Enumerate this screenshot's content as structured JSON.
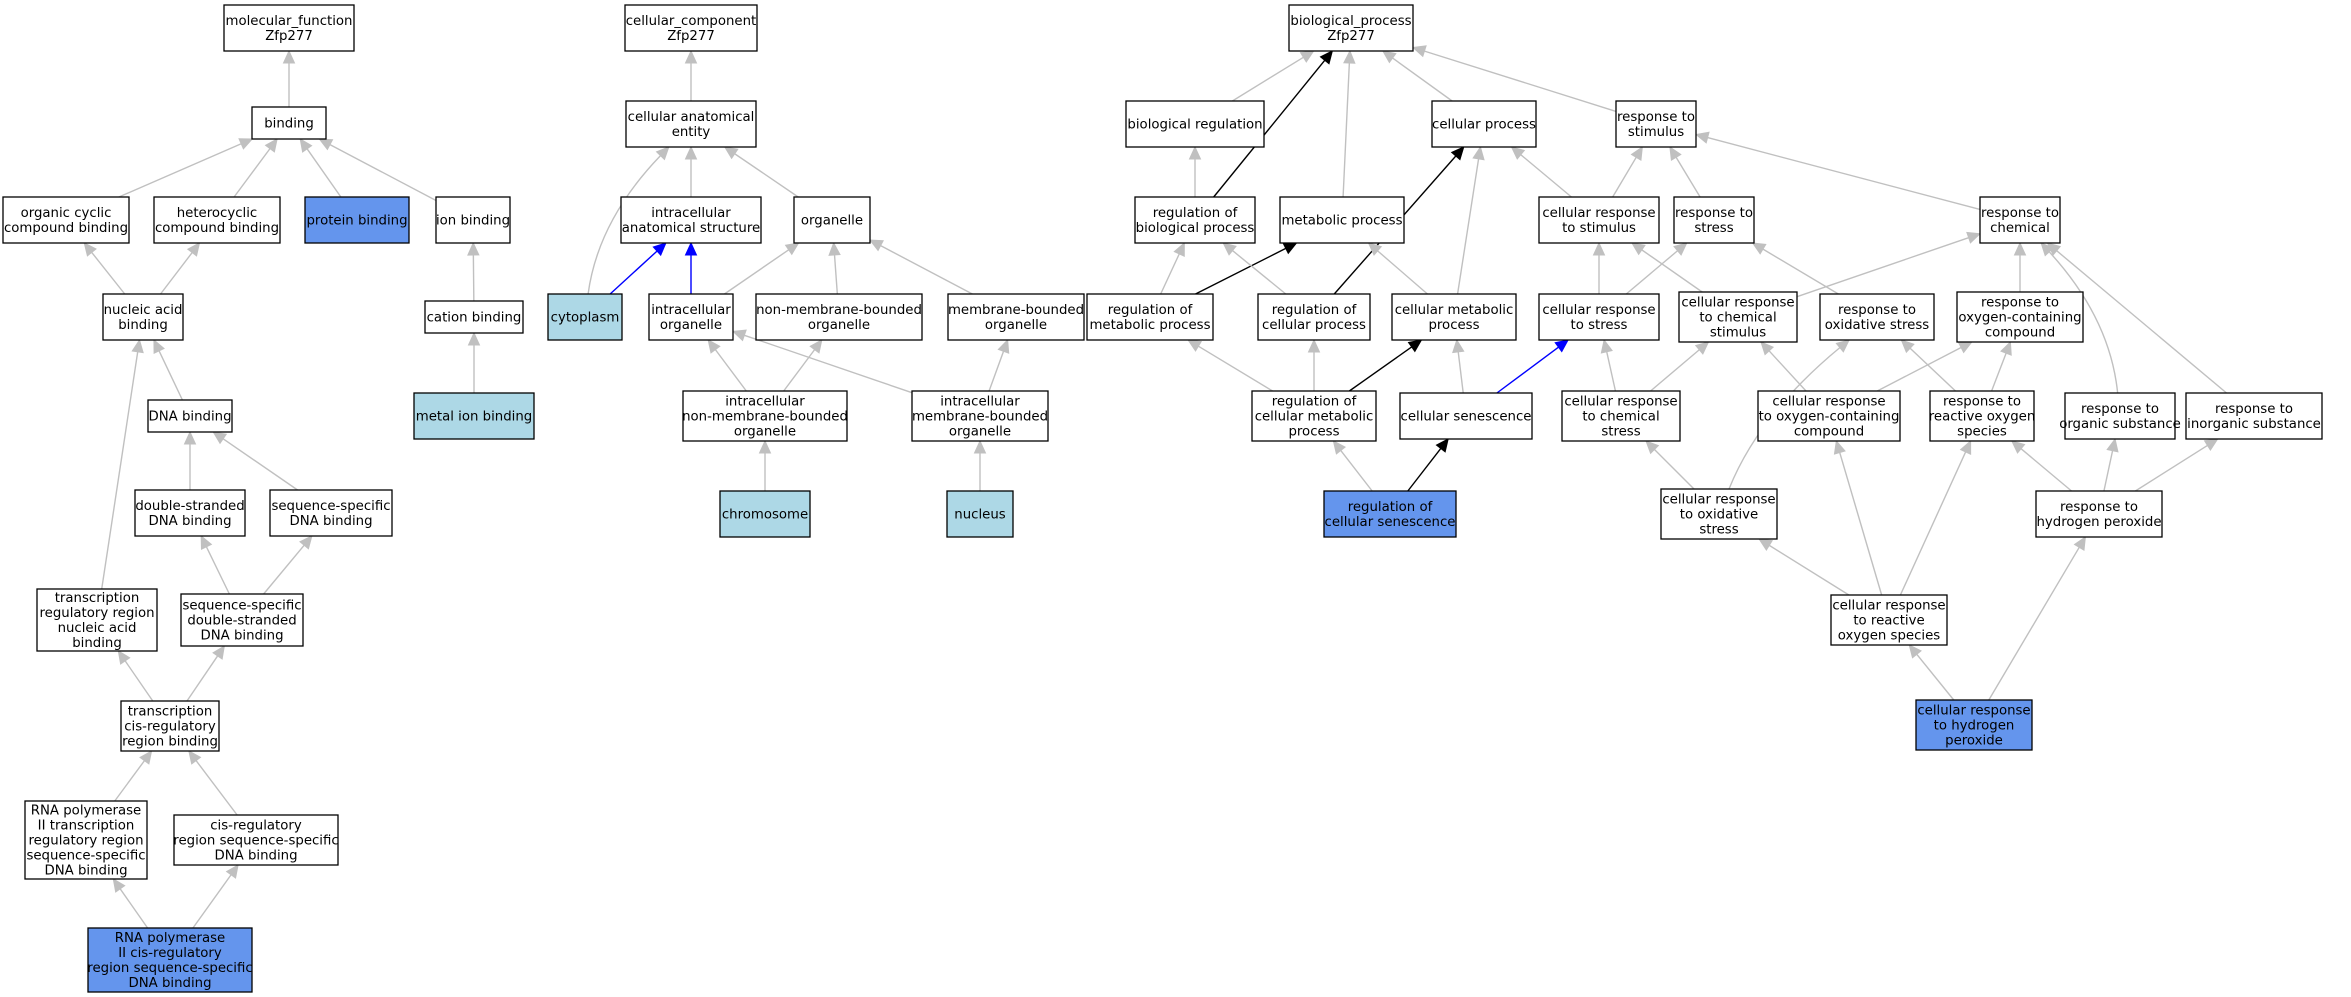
{
  "colors": {
    "default_fill": "#ffffff",
    "light_blue": "#add8e6",
    "blue": "#6495ed",
    "gray_edge": "#c0c0c0",
    "black_edge": "#000000",
    "blue_edge": "#0000ff"
  },
  "nodes": [
    {
      "id": "mf_root",
      "lines": [
        "molecular_function",
        "Zfp277"
      ],
      "fill": "white"
    },
    {
      "id": "binding",
      "lines": [
        "binding"
      ],
      "fill": "white"
    },
    {
      "id": "organic_cyclic",
      "lines": [
        "organic cyclic",
        "compound binding"
      ],
      "fill": "white"
    },
    {
      "id": "heterocyclic",
      "lines": [
        "heterocyclic",
        "compound binding"
      ],
      "fill": "white"
    },
    {
      "id": "protein_binding",
      "lines": [
        "protein binding"
      ],
      "fill": "blue"
    },
    {
      "id": "ion_binding",
      "lines": [
        "ion binding"
      ],
      "fill": "white"
    },
    {
      "id": "nucleic_acid_binding",
      "lines": [
        "nucleic acid",
        "binding"
      ],
      "fill": "white"
    },
    {
      "id": "cation_binding",
      "lines": [
        "cation binding"
      ],
      "fill": "white"
    },
    {
      "id": "metal_ion_binding",
      "lines": [
        "metal ion binding"
      ],
      "fill": "lightblue"
    },
    {
      "id": "dna_binding",
      "lines": [
        "DNA binding"
      ],
      "fill": "white"
    },
    {
      "id": "ds_dna_binding",
      "lines": [
        "double-stranded",
        "DNA binding"
      ],
      "fill": "white"
    },
    {
      "id": "ss_dna_binding",
      "lines": [
        "sequence-specific",
        "DNA binding"
      ],
      "fill": "white"
    },
    {
      "id": "tr_region_na_binding",
      "lines": [
        "transcription",
        "regulatory region",
        "nucleic acid",
        "binding"
      ],
      "fill": "white"
    },
    {
      "id": "ss_ds_dna_binding",
      "lines": [
        "sequence-specific",
        "double-stranded",
        "DNA binding"
      ],
      "fill": "white"
    },
    {
      "id": "tcr_region_binding",
      "lines": [
        "transcription",
        "cis-regulatory",
        "region binding"
      ],
      "fill": "white"
    },
    {
      "id": "rnap2_tr_region",
      "lines": [
        "RNA polymerase",
        "II transcription",
        "regulatory region",
        "sequence-specific",
        "DNA binding"
      ],
      "fill": "white"
    },
    {
      "id": "cis_reg_region",
      "lines": [
        "cis-regulatory",
        "region sequence-specific",
        "DNA binding"
      ],
      "fill": "white"
    },
    {
      "id": "rnap2_cis",
      "lines": [
        "RNA polymerase",
        "II cis-regulatory",
        "region sequence-specific",
        "DNA binding"
      ],
      "fill": "blue"
    },
    {
      "id": "cc_root",
      "lines": [
        "cellular_component",
        "Zfp277"
      ],
      "fill": "white"
    },
    {
      "id": "cell_anat_entity",
      "lines": [
        "cellular anatomical",
        "entity"
      ],
      "fill": "white"
    },
    {
      "id": "intracell_anat",
      "lines": [
        "intracellular",
        "anatomical structure"
      ],
      "fill": "white"
    },
    {
      "id": "organelle",
      "lines": [
        "organelle"
      ],
      "fill": "white"
    },
    {
      "id": "cytoplasm",
      "lines": [
        "cytoplasm"
      ],
      "fill": "lightblue"
    },
    {
      "id": "intracell_organelle",
      "lines": [
        "intracellular",
        "organelle"
      ],
      "fill": "white"
    },
    {
      "id": "non_mem_organelle",
      "lines": [
        "non-membrane-bounded",
        "organelle"
      ],
      "fill": "white"
    },
    {
      "id": "mem_organelle",
      "lines": [
        "membrane-bounded",
        "organelle"
      ],
      "fill": "white"
    },
    {
      "id": "intracell_non_mem",
      "lines": [
        "intracellular",
        "non-membrane-bounded",
        "organelle"
      ],
      "fill": "white"
    },
    {
      "id": "intracell_mem",
      "lines": [
        "intracellular",
        "membrane-bounded",
        "organelle"
      ],
      "fill": "white"
    },
    {
      "id": "chromosome",
      "lines": [
        "chromosome"
      ],
      "fill": "lightblue"
    },
    {
      "id": "nucleus",
      "lines": [
        "nucleus"
      ],
      "fill": "lightblue"
    },
    {
      "id": "bp_root",
      "lines": [
        "biological_process",
        "Zfp277"
      ],
      "fill": "white"
    },
    {
      "id": "bio_reg",
      "lines": [
        "biological regulation"
      ],
      "fill": "white"
    },
    {
      "id": "cell_process",
      "lines": [
        "cellular process"
      ],
      "fill": "white"
    },
    {
      "id": "resp_stimulus",
      "lines": [
        "response to",
        "stimulus"
      ],
      "fill": "white"
    },
    {
      "id": "reg_bio_process",
      "lines": [
        "regulation of",
        "biological process"
      ],
      "fill": "white"
    },
    {
      "id": "metabolic_process",
      "lines": [
        "metabolic process"
      ],
      "fill": "white"
    },
    {
      "id": "cell_resp_stimulus",
      "lines": [
        "cellular response",
        "to stimulus"
      ],
      "fill": "white"
    },
    {
      "id": "resp_stress",
      "lines": [
        "response to",
        "stress"
      ],
      "fill": "white"
    },
    {
      "id": "resp_chemical",
      "lines": [
        "response to",
        "chemical"
      ],
      "fill": "white"
    },
    {
      "id": "reg_met_process",
      "lines": [
        "regulation of",
        "metabolic process"
      ],
      "fill": "white"
    },
    {
      "id": "reg_cell_process",
      "lines": [
        "regulation of",
        "cellular process"
      ],
      "fill": "white"
    },
    {
      "id": "cell_met_process",
      "lines": [
        "cellular metabolic",
        "process"
      ],
      "fill": "white"
    },
    {
      "id": "cell_resp_stress",
      "lines": [
        "cellular response",
        "to stress"
      ],
      "fill": "white"
    },
    {
      "id": "cell_resp_chem_stim",
      "lines": [
        "cellular response",
        "to chemical",
        "stimulus"
      ],
      "fill": "white"
    },
    {
      "id": "resp_ox_stress",
      "lines": [
        "response to",
        "oxidative stress"
      ],
      "fill": "white"
    },
    {
      "id": "resp_oxy_compound",
      "lines": [
        "response to",
        "oxygen-containing",
        "compound"
      ],
      "fill": "white"
    },
    {
      "id": "reg_cell_met_process",
      "lines": [
        "regulation of",
        "cellular metabolic",
        "process"
      ],
      "fill": "white"
    },
    {
      "id": "cell_senescence",
      "lines": [
        "cellular senescence"
      ],
      "fill": "white"
    },
    {
      "id": "cell_resp_chem_stress",
      "lines": [
        "cellular response",
        "to chemical",
        "stress"
      ],
      "fill": "white"
    },
    {
      "id": "cell_resp_oxy_compound",
      "lines": [
        "cellular response",
        "to oxygen-containing",
        "compound"
      ],
      "fill": "white"
    },
    {
      "id": "resp_ros",
      "lines": [
        "response to",
        "reactive oxygen",
        "species"
      ],
      "fill": "white"
    },
    {
      "id": "resp_organic",
      "lines": [
        "response to",
        "organic substance"
      ],
      "fill": "white"
    },
    {
      "id": "resp_inorganic",
      "lines": [
        "response to",
        "inorganic substance"
      ],
      "fill": "white"
    },
    {
      "id": "reg_cell_senescence",
      "lines": [
        "regulation of",
        "cellular senescence"
      ],
      "fill": "blue"
    },
    {
      "id": "cell_resp_ox_stress",
      "lines": [
        "cellular response",
        "to oxidative",
        "stress"
      ],
      "fill": "white"
    },
    {
      "id": "resp_h2o2",
      "lines": [
        "response to",
        "hydrogen peroxide"
      ],
      "fill": "white"
    },
    {
      "id": "cell_resp_ros",
      "lines": [
        "cellular response",
        "to reactive",
        "oxygen species"
      ],
      "fill": "white"
    },
    {
      "id": "cell_resp_h2o2",
      "lines": [
        "cellular response",
        "to hydrogen",
        "peroxide"
      ],
      "fill": "blue"
    }
  ],
  "edges": [
    {
      "from": "binding",
      "to": "mf_root",
      "color": "gray"
    },
    {
      "from": "organic_cyclic",
      "to": "binding",
      "color": "gray"
    },
    {
      "from": "heterocyclic",
      "to": "binding",
      "color": "gray"
    },
    {
      "from": "protein_binding",
      "to": "binding",
      "color": "gray"
    },
    {
      "from": "ion_binding",
      "to": "binding",
      "color": "gray"
    },
    {
      "from": "nucleic_acid_binding",
      "to": "organic_cyclic",
      "color": "gray"
    },
    {
      "from": "nucleic_acid_binding",
      "to": "heterocyclic",
      "color": "gray"
    },
    {
      "from": "cation_binding",
      "to": "ion_binding",
      "color": "gray"
    },
    {
      "from": "metal_ion_binding",
      "to": "cation_binding",
      "color": "gray"
    },
    {
      "from": "dna_binding",
      "to": "nucleic_acid_binding",
      "color": "gray"
    },
    {
      "from": "ds_dna_binding",
      "to": "dna_binding",
      "color": "gray"
    },
    {
      "from": "ss_dna_binding",
      "to": "dna_binding",
      "color": "gray"
    },
    {
      "from": "tr_region_na_binding",
      "to": "nucleic_acid_binding",
      "color": "gray"
    },
    {
      "from": "ss_ds_dna_binding",
      "to": "ds_dna_binding",
      "color": "gray"
    },
    {
      "from": "ss_ds_dna_binding",
      "to": "ss_dna_binding",
      "color": "gray"
    },
    {
      "from": "tcr_region_binding",
      "to": "tr_region_na_binding",
      "color": "gray"
    },
    {
      "from": "tcr_region_binding",
      "to": "ss_ds_dna_binding",
      "color": "gray"
    },
    {
      "from": "rnap2_tr_region",
      "to": "tcr_region_binding",
      "color": "gray"
    },
    {
      "from": "cis_reg_region",
      "to": "tcr_region_binding",
      "color": "gray"
    },
    {
      "from": "rnap2_cis",
      "to": "rnap2_tr_region",
      "color": "gray"
    },
    {
      "from": "rnap2_cis",
      "to": "cis_reg_region",
      "color": "gray"
    },
    {
      "from": "cell_anat_entity",
      "to": "cc_root",
      "color": "gray"
    },
    {
      "from": "intracell_anat",
      "to": "cell_anat_entity",
      "color": "gray"
    },
    {
      "from": "organelle",
      "to": "cell_anat_entity",
      "color": "gray"
    },
    {
      "from": "cytoplasm",
      "to": "cell_anat_entity",
      "color": "gray",
      "curve": "left"
    },
    {
      "from": "cytoplasm",
      "to": "intracell_anat",
      "color": "blue"
    },
    {
      "from": "intracell_organelle",
      "to": "intracell_anat",
      "color": "blue"
    },
    {
      "from": "intracell_organelle",
      "to": "organelle",
      "color": "gray"
    },
    {
      "from": "non_mem_organelle",
      "to": "organelle",
      "color": "gray"
    },
    {
      "from": "mem_organelle",
      "to": "organelle",
      "color": "gray"
    },
    {
      "from": "intracell_non_mem",
      "to": "intracell_organelle",
      "color": "gray"
    },
    {
      "from": "intracell_non_mem",
      "to": "non_mem_organelle",
      "color": "gray"
    },
    {
      "from": "intracell_mem",
      "to": "intracell_organelle",
      "color": "gray"
    },
    {
      "from": "intracell_mem",
      "to": "mem_organelle",
      "color": "gray"
    },
    {
      "from": "chromosome",
      "to": "intracell_non_mem",
      "color": "gray"
    },
    {
      "from": "nucleus",
      "to": "intracell_mem",
      "color": "gray"
    },
    {
      "from": "bio_reg",
      "to": "bp_root",
      "color": "gray"
    },
    {
      "from": "cell_process",
      "to": "bp_root",
      "color": "gray"
    },
    {
      "from": "resp_stimulus",
      "to": "bp_root",
      "color": "gray"
    },
    {
      "from": "reg_bio_process",
      "to": "bio_reg",
      "color": "gray"
    },
    {
      "from": "reg_bio_process",
      "to": "bp_root",
      "color": "black"
    },
    {
      "from": "metabolic_process",
      "to": "bp_root",
      "color": "gray"
    },
    {
      "from": "cell_resp_stimulus",
      "to": "cell_process",
      "color": "gray"
    },
    {
      "from": "cell_resp_stimulus",
      "to": "resp_stimulus",
      "color": "gray"
    },
    {
      "from": "resp_stress",
      "to": "resp_stimulus",
      "color": "gray"
    },
    {
      "from": "resp_chemical",
      "to": "resp_stimulus",
      "color": "gray"
    },
    {
      "from": "reg_met_process",
      "to": "reg_bio_process",
      "color": "gray"
    },
    {
      "from": "reg_met_process",
      "to": "metabolic_process",
      "color": "black"
    },
    {
      "from": "reg_cell_process",
      "to": "reg_bio_process",
      "color": "gray"
    },
    {
      "from": "reg_cell_process",
      "to": "cell_process",
      "color": "black"
    },
    {
      "from": "cell_met_process",
      "to": "metabolic_process",
      "color": "gray"
    },
    {
      "from": "cell_met_process",
      "to": "cell_process",
      "color": "gray"
    },
    {
      "from": "cell_resp_stress",
      "to": "cell_resp_stimulus",
      "color": "gray"
    },
    {
      "from": "cell_resp_stress",
      "to": "resp_stress",
      "color": "gray"
    },
    {
      "from": "cell_resp_chem_stim",
      "to": "cell_resp_stimulus",
      "color": "gray"
    },
    {
      "from": "cell_resp_chem_stim",
      "to": "resp_chemical",
      "color": "gray"
    },
    {
      "from": "resp_ox_stress",
      "to": "resp_stress",
      "color": "gray"
    },
    {
      "from": "resp_oxy_compound",
      "to": "resp_chemical",
      "color": "gray"
    },
    {
      "from": "reg_cell_met_process",
      "to": "reg_met_process",
      "color": "gray"
    },
    {
      "from": "reg_cell_met_process",
      "to": "reg_cell_process",
      "color": "gray"
    },
    {
      "from": "reg_cell_met_process",
      "to": "cell_met_process",
      "color": "black"
    },
    {
      "from": "cell_senescence",
      "to": "cell_met_process",
      "color": "gray"
    },
    {
      "from": "cell_senescence",
      "to": "cell_resp_stress",
      "color": "blue"
    },
    {
      "from": "cell_resp_chem_stress",
      "to": "cell_resp_stress",
      "color": "gray"
    },
    {
      "from": "cell_resp_chem_stress",
      "to": "cell_resp_chem_stim",
      "color": "gray"
    },
    {
      "from": "cell_resp_oxy_compound",
      "to": "cell_resp_chem_stim",
      "color": "gray"
    },
    {
      "from": "cell_resp_oxy_compound",
      "to": "resp_oxy_compound",
      "color": "gray"
    },
    {
      "from": "resp_ros",
      "to": "resp_ox_stress",
      "color": "gray"
    },
    {
      "from": "resp_ros",
      "to": "resp_oxy_compound",
      "color": "gray"
    },
    {
      "from": "resp_organic",
      "to": "resp_chemical",
      "color": "gray",
      "curve": "right"
    },
    {
      "from": "resp_inorganic",
      "to": "resp_chemical",
      "color": "gray"
    },
    {
      "from": "reg_cell_senescence",
      "to": "reg_cell_met_process",
      "color": "gray"
    },
    {
      "from": "reg_cell_senescence",
      "to": "cell_senescence",
      "color": "black"
    },
    {
      "from": "cell_resp_ox_stress",
      "to": "cell_resp_chem_stress",
      "color": "gray"
    },
    {
      "from": "cell_resp_ox_stress",
      "to": "resp_ox_stress",
      "color": "gray",
      "curve": "left"
    },
    {
      "from": "resp_h2o2",
      "to": "resp_ros",
      "color": "gray"
    },
    {
      "from": "resp_h2o2",
      "to": "resp_organic",
      "color": "gray"
    },
    {
      "from": "resp_h2o2",
      "to": "resp_inorganic",
      "color": "gray"
    },
    {
      "from": "cell_resp_ros",
      "to": "cell_resp_ox_stress",
      "color": "gray"
    },
    {
      "from": "cell_resp_ros",
      "to": "cell_resp_oxy_compound",
      "color": "gray"
    },
    {
      "from": "cell_resp_ros",
      "to": "resp_ros",
      "color": "gray"
    },
    {
      "from": "cell_resp_h2o2",
      "to": "cell_resp_ros",
      "color": "gray"
    },
    {
      "from": "cell_resp_h2o2",
      "to": "resp_h2o2",
      "color": "gray"
    }
  ]
}
